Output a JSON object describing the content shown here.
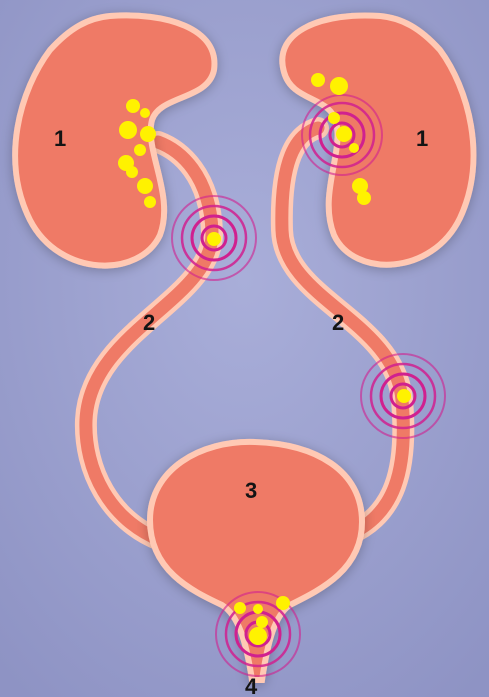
{
  "labels": {
    "kidney_left": "1",
    "kidney_right": "1",
    "ureter_left": "2",
    "ureter_right": "2",
    "bladder": "3",
    "urethra": "4"
  },
  "colors": {
    "background": "#9a9fce",
    "organ_fill": "#ef7a66",
    "organ_edge": "#ffc9b4",
    "stone": "#fff200",
    "pain_ring": "#d0208f"
  }
}
